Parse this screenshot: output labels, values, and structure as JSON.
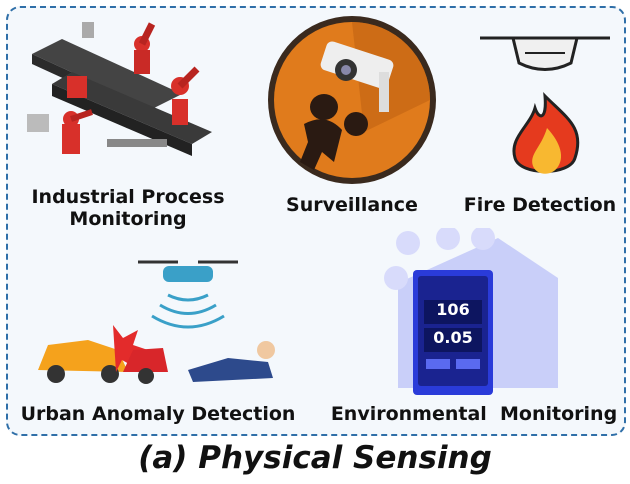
{
  "panels": {
    "industrial": {
      "line1": "Industrial Process",
      "line2": "Monitoring"
    },
    "surveillance": {
      "label": "Surveillance"
    },
    "fire": {
      "label": "Fire Detection"
    },
    "urban": {
      "label": "Urban Anomaly Detection"
    },
    "environmental": {
      "label": "Environmental  Monitoring",
      "reading_1": "106",
      "reading_2": "0.05"
    }
  },
  "caption": "(a) Physical Sensing",
  "colors": {
    "border": "#2f6fa8",
    "surveillance_bg": "#e07b1c",
    "robot_red": "#d8302a",
    "fire": "#e53a1e",
    "house": "#7f8cf2",
    "device": "#2a3bd9"
  }
}
